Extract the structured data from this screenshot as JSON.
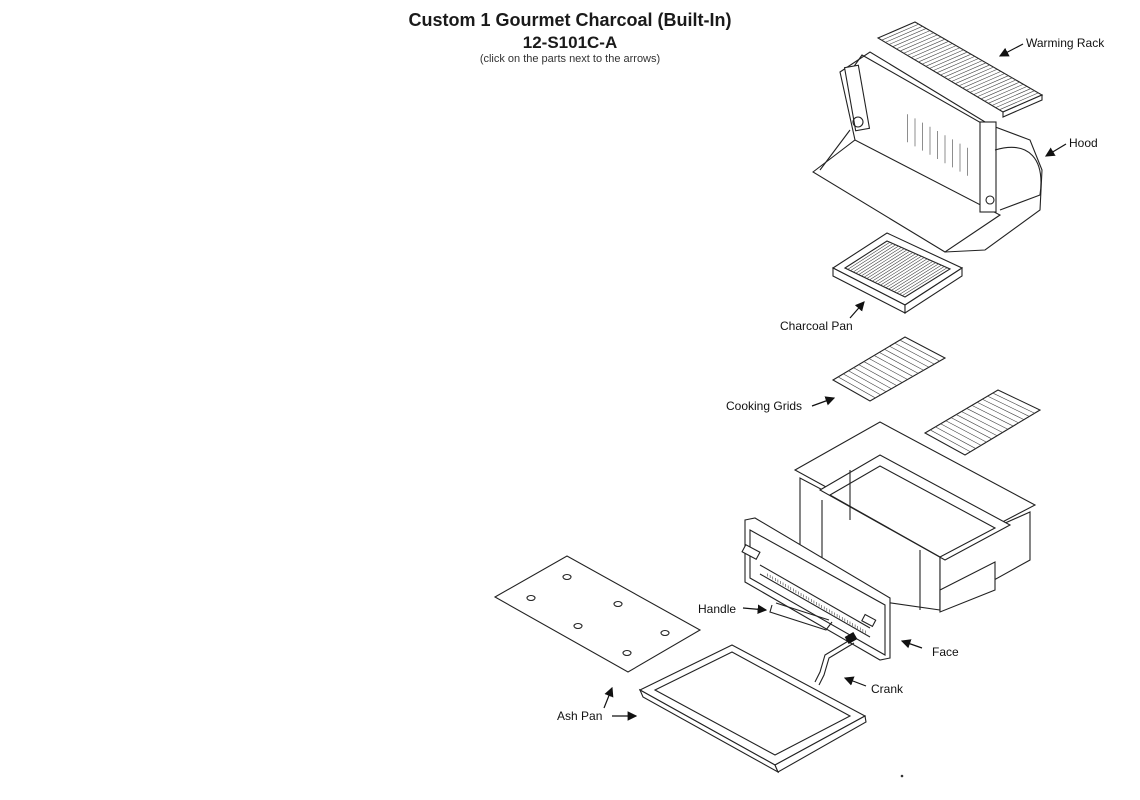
{
  "header": {
    "title": "Custom 1 Gourmet Charcoal (Built-In)",
    "model": "12-S101C-A",
    "hint": "(click on the parts next to the arrows)"
  },
  "parts": {
    "warming_rack": "Warming Rack",
    "hood": "Hood",
    "charcoal_pan": "Charcoal Pan",
    "cooking_grids": "Cooking Grids",
    "handle": "Handle",
    "face": "Face",
    "crank": "Crank",
    "ash_pan": "Ash Pan"
  }
}
